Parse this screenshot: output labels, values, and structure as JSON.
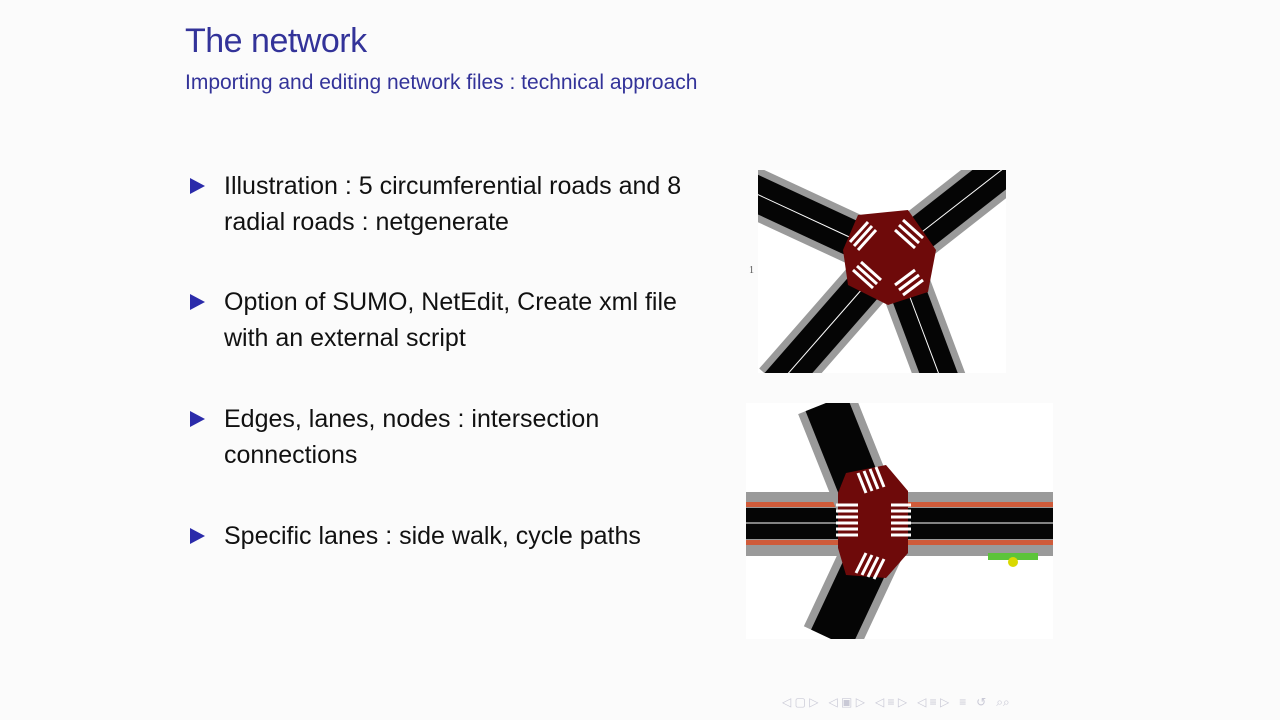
{
  "slide": {
    "title": "The network",
    "subtitle": "Importing and editing network files : technical approach"
  },
  "bullets": [
    {
      "text": "Illustration : 5 circumferential roads and 8 radial roads : netgenerate"
    },
    {
      "text": "Option of SUMO, NetEdit, Create xml file with an external script"
    },
    {
      "text": "Edges, lanes, nodes : intersection connections"
    },
    {
      "text": "Specific lanes : side walk, cycle paths"
    }
  ],
  "figure_marker": "1",
  "nav_icons": [
    "nav-left-icon",
    "frame-icon",
    "section-icon",
    "subsection-icon",
    "back-icon",
    "find-icon",
    "zoom-icon"
  ],
  "colors": {
    "title": "#333399",
    "bullet": "#2b2baa",
    "junction": "#6e0a0a",
    "road": "#050505",
    "sidewalk": "#9a9a9a",
    "bikelane": "#cf5b3a"
  }
}
